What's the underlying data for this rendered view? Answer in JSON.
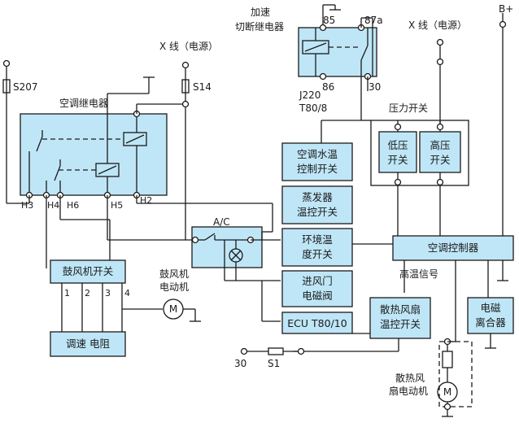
{
  "relay_top": {
    "title_line1": "加速",
    "title_line2": "切断继电器",
    "pin85": "85",
    "pin87a": "87a",
    "pin86": "86",
    "pin30": "30",
    "code_line1": "J220",
    "code_line2": "T80/8"
  },
  "power": {
    "x_line_right": "X 线（电源）",
    "x_line_mid": "X 线（电源）",
    "b_plus": "B+"
  },
  "fuses": {
    "s207": "S207",
    "s14": "S14",
    "s1": "S1",
    "term30": "30"
  },
  "ac_relay": {
    "title": "空调继电器",
    "h3": "H3",
    "h4": "H4",
    "h6": "H6",
    "h5": "H5",
    "h2": "H2"
  },
  "ac_switch": {
    "label": "A/C"
  },
  "pressure": {
    "title": "压力开关",
    "low_line1": "低压",
    "low_line2": "开关",
    "high_line1": "高压",
    "high_line2": "开关"
  },
  "center_boxes": [
    {
      "line1": "空调水温",
      "line2": "控制开关"
    },
    {
      "line1": "蒸发器",
      "line2": "温控开关"
    },
    {
      "line1": "环境温",
      "line2": "度开关"
    },
    {
      "line1": "进风门",
      "line2": "电磁阀"
    },
    {
      "line1": "ECU T80/10",
      "line2": ""
    }
  ],
  "controller": {
    "label": "空调控制器",
    "high_temp": "高温信号"
  },
  "fan_temp_switch": {
    "line1": "散热风扇",
    "line2": "温控开关"
  },
  "clutch": {
    "line1": "电磁",
    "line2": "离合器"
  },
  "blower": {
    "switch": "鼓风机开关",
    "motor_line1": "鼓风机",
    "motor_line2": "电动机",
    "resistor": "调速 电阻",
    "pins": [
      "1",
      "2",
      "3",
      "4"
    ]
  },
  "fan_motor": {
    "line1": "散热风",
    "line2": "扇电动机"
  },
  "motor_symbol": "M"
}
